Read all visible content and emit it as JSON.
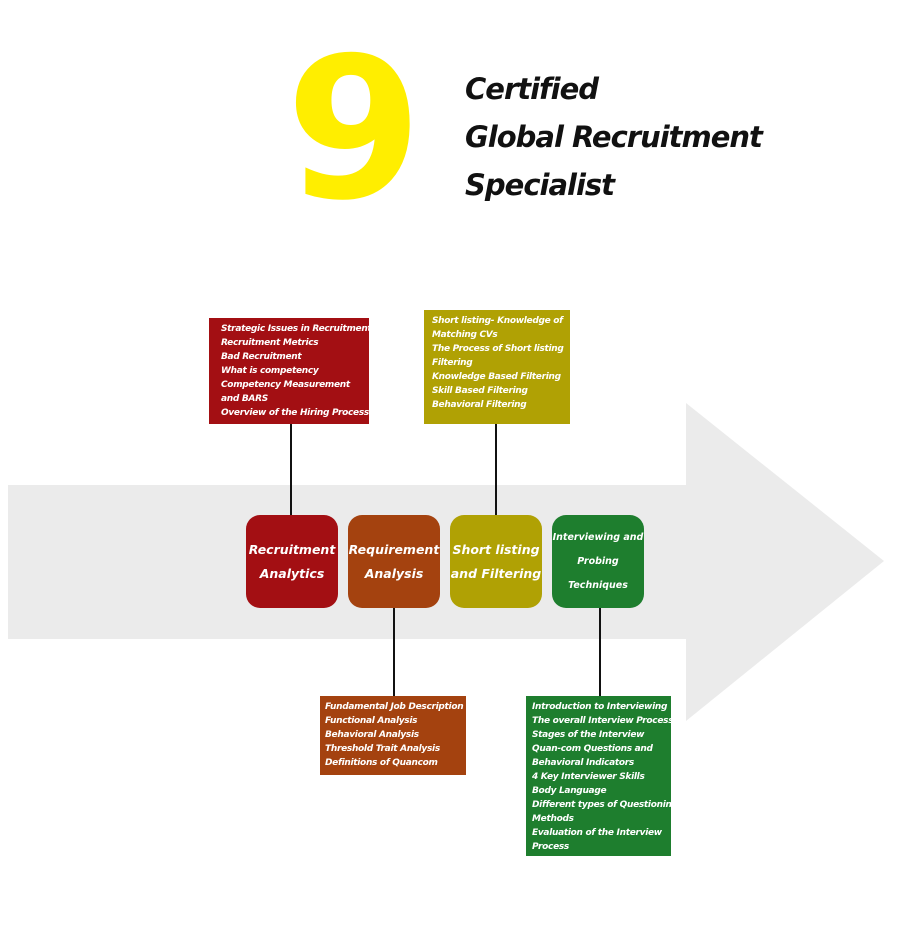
{
  "header": {
    "number": "9",
    "title_lines": [
      "Certified",
      "Global Recruitment",
      "Specialist"
    ]
  },
  "colors": {
    "number": "#ffee00",
    "arrow": "#ebebeb",
    "recruitment_analytics": "#a30f13",
    "requirement_analysis": "#a4420f",
    "short_listing": "#b0a104",
    "interviewing": "#1e7e2e"
  },
  "stages": [
    {
      "label": "Recruitment\nAnalytics",
      "details": [
        "Strategic Issues in Recruitment",
        "Recruitment Metrics",
        "Bad Recruitment",
        "What is competency",
        "Competency Measurement",
        "and BARS",
        "Overview of the Hiring Process"
      ]
    },
    {
      "label": "Requirement\nAnalysis",
      "details": [
        "Fundamental Job Description",
        "Functional Analysis",
        "Behavioral Analysis",
        "Threshold Trait Analysis",
        "Definitions of Quancom"
      ]
    },
    {
      "label": "Short listing\nand Filtering",
      "details": [
        "Short listing- Knowledge of",
        "Matching CVs",
        "The Process of Short listing",
        "Filtering",
        "Knowledge Based Filtering",
        "Skill Based Filtering",
        "Behavioral Filtering"
      ]
    },
    {
      "label": "Interviewing and\nProbing Techniques",
      "details": [
        "Introduction to Interviewing",
        "The overall Interview Process",
        "Stages of the Interview",
        "Quan-com Questions and",
        "Behavioral Indicators",
        "4 Key Interviewer Skills",
        "Body Language",
        "Different types of Questioning",
        "Methods",
        "Evaluation of the Interview",
        "Process"
      ]
    }
  ]
}
